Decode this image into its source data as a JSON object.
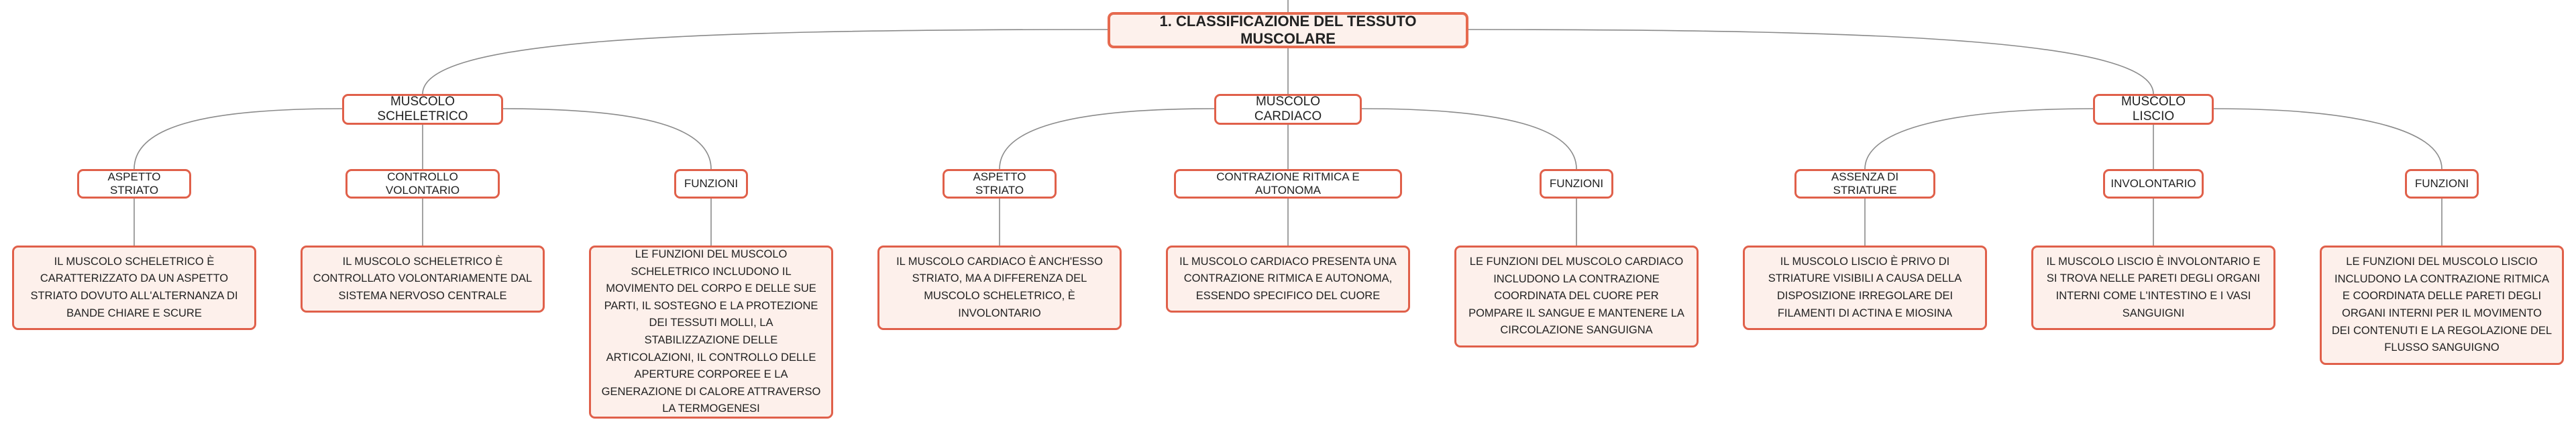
{
  "root": {
    "label": "1. CLASSIFICAZIONE DEL TESSUTO MUSCOLARE"
  },
  "branches": [
    {
      "label": "MUSCOLO SCHELETRICO",
      "children": [
        {
          "label": "ASPETTO STRIATO",
          "detail": "IL MUSCOLO SCHELETRICO È CARATTERIZZATO DA UN ASPETTO STRIATO DOVUTO ALL'ALTERNANZA DI BANDE CHIARE E SCURE"
        },
        {
          "label": "CONTROLLO VOLONTARIO",
          "detail": "IL MUSCOLO SCHELETRICO È CONTROLLATO VOLONTARIAMENTE DAL SISTEMA NERVOSO CENTRALE"
        },
        {
          "label": "FUNZIONI",
          "detail": "LE FUNZIONI DEL MUSCOLO SCHELETRICO INCLUDONO IL MOVIMENTO DEL CORPO E DELLE SUE PARTI, IL SOSTEGNO E LA PROTEZIONE DEI TESSUTI MOLLI, LA STABILIZZAZIONE DELLE ARTICOLAZIONI, IL CONTROLLO DELLE APERTURE CORPOREE E LA GENERAZIONE DI CALORE ATTRAVERSO LA TERMOGENESI"
        }
      ]
    },
    {
      "label": "MUSCOLO CARDIACO",
      "children": [
        {
          "label": "ASPETTO STRIATO",
          "detail": "IL MUSCOLO CARDIACO È ANCH'ESSO STRIATO, MA A DIFFERENZA DEL MUSCOLO SCHELETRICO, È INVOLONTARIO"
        },
        {
          "label": "CONTRAZIONE RITMICA E AUTONOMA",
          "detail": "IL MUSCOLO CARDIACO PRESENTA UNA CONTRAZIONE RITMICA E AUTONOMA, ESSENDO SPECIFICO DEL CUORE"
        },
        {
          "label": "FUNZIONI",
          "detail": "LE FUNZIONI DEL MUSCOLO CARDIACO INCLUDONO LA CONTRAZIONE COORDINATA DEL CUORE PER POMPARE IL SANGUE E MANTENERE LA CIRCOLAZIONE SANGUIGNA"
        }
      ]
    },
    {
      "label": "MUSCOLO LISCIO",
      "children": [
        {
          "label": "ASSENZA DI STRIATURE",
          "detail": "IL MUSCOLO LISCIO È PRIVO DI STRIATURE VISIBILI A CAUSA DELLA DISPOSIZIONE IRREGOLARE DEI FILAMENTI DI ACTINA E MIOSINA"
        },
        {
          "label": "INVOLONTARIO",
          "detail": "IL MUSCOLO LISCIO È INVOLONTARIO E SI TROVA NELLE PARETI DEGLI ORGANI INTERNI COME L'INTESTINO E I VASI SANGUIGNI"
        },
        {
          "label": "FUNZIONI",
          "detail": "LE FUNZIONI DEL MUSCOLO LISCIO INCLUDONO LA CONTRAZIONE RITMICA E COORDINATA DELLE PARETI DEGLI ORGANI INTERNI PER IL MOVIMENTO DEI CONTENUTI E LA REGOLAZIONE DEL FLUSSO SANGUIGNO"
        }
      ]
    }
  ],
  "colors": {
    "border": "#e0604a",
    "leaf_fill": "#fdf0eb",
    "connector": "#8a8a8a"
  }
}
